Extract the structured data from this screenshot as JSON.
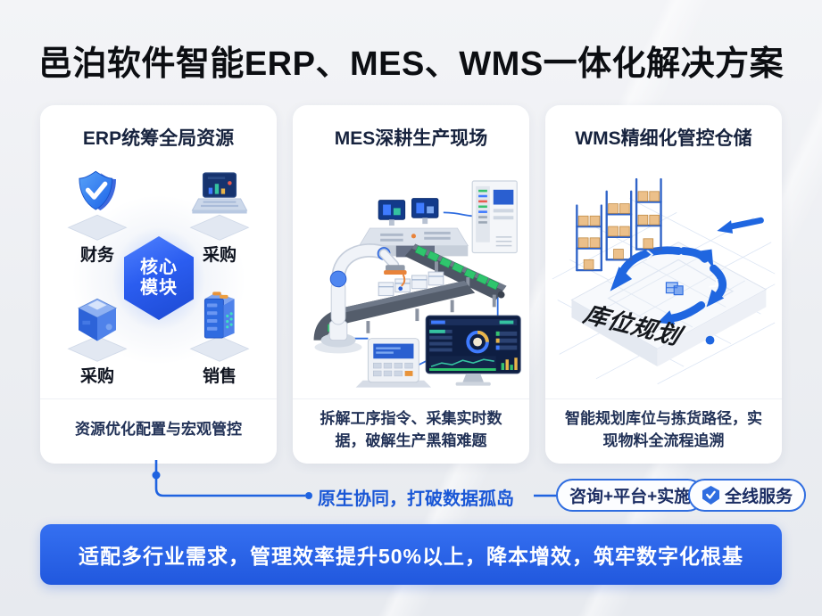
{
  "title": "邑泊软件智能ERP、MES、WMS一体化解决方案",
  "cards": [
    {
      "header": "ERP统筹全局资源",
      "modules": [
        {
          "icon": "shield-check-icon",
          "label": "财务"
        },
        {
          "icon": "laptop-chart-icon",
          "label": "采购"
        },
        {
          "icon": "cube-box-icon",
          "label": "采购"
        },
        {
          "icon": "server-building-icon",
          "label": "销售"
        }
      ],
      "core_badge": {
        "line1": "核心",
        "line2": "模块"
      },
      "footer": "资源优化配置与宏观管控"
    },
    {
      "header": "MES深耕生产现场",
      "illustration": "factory-automation-scene",
      "footer": "拆解工序指令、采集实时数据，破解生产黑箱难题"
    },
    {
      "header": "WMS精细化管控仓储",
      "illustration": "warehouse-route-planning-scene",
      "illustration_label": "库位规划",
      "footer": "智能规划库位与拣货路径，实现物料全流程追溯"
    }
  ],
  "connector": {
    "lead_text": "原生协同，",
    "emphasis_text": "打破数据孤岛"
  },
  "badges": [
    {
      "label": "咨询+平台+实施"
    },
    {
      "label": "全线服务",
      "icon": "shield-check-badge-icon"
    }
  ],
  "banner": "适配多行业需求，管理效率提升50%以上，降本增效，筑牢数字化根基",
  "colors": {
    "accent_blue": "#1f63e0",
    "banner_blue_top": "#3570f1",
    "banner_blue_bottom": "#2158de",
    "core_hex_blue": "#2b5df0",
    "conveyor_green": "#2fc56d",
    "crate_tan": "#ecc08a",
    "page_bg": "#edeff3",
    "card_bg": "#ffffff",
    "text_dark": "#17233e"
  }
}
